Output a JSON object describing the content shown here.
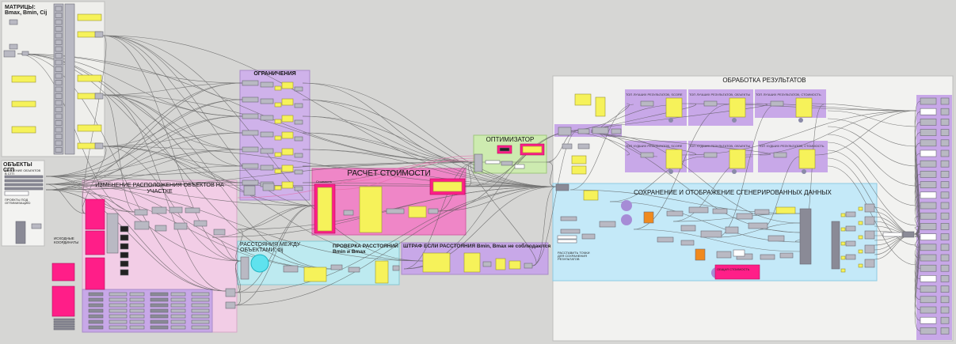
{
  "groups": {
    "matrices": "МАТРИЦЫ:\nBmax, Bmin, Cij",
    "objects_sgp": "ОБЪЕКТЫ СГП",
    "restrictions": "ОГРАНИЧЕНИЯ",
    "relocation": "ИЗМЕНЕНИЕ РАСПОЛОЖЕНИЯ ОБЪЕКТОВ НА УЧАСТКЕ",
    "cost": "РАСЧЕТ СТОИМОСТИ",
    "optimizer": "ОПТИМИЗАТОР",
    "distances": "РАССТОЯНИЯ МЕЖДУ\nОБЪЕКТАМИ, dij",
    "check": "ПРОВЕРКА РАССТОЯНИЙ\nBmin и Bmax",
    "penalty": "ШТРАФ ЕСЛИ РАССТОЯНИЯ Bmin, Bmax не соблюдаются",
    "results": "ОБРАБОТКА РЕЗУЛЬТАТОВ",
    "save_display": "СОХРАНЕНИЕ И ОТОБРАЖЕНИЕ СГЕНЕРИРОВАННЫХ ДАННЫХ"
  },
  "labels": {
    "placed_objects": "ВНЕСЕНИЕ ОБЪЕКТОВ\nВ СГП",
    "optimization_projects": "ПРОЕКТЫ ПОД\nОПТИМИЗАЦИЮ",
    "source_coords": "ИСХОДНЫЕ\nКООРДИНАТЫ",
    "top_best_score": "ТОП ЛУЧШИХ РЕЗУЛЬТАТОВ, SCORE",
    "top_best_objects": "ТОП ЛУЧШИХ РЕЗУЛЬТАТОВ, ОБЪЕКТЫ",
    "top_best_cost": "ТОП ЛУЧШИХ РЕЗУЛЬТАТОВ, СТОИМОСТЬ",
    "top_worst_score": "ТОП ХУДШИХ РЕЗУЛЬТАТОВ, SCORE",
    "top_worst_objects": "ТОП ХУДШИХ РЕЗУЛЬТАТОВ, ОБЪЕКТЫ",
    "top_worst_cost": "ТОП ХУДШИХ РЕЗУЛЬТАТОВ, СТОИМОСТЬ",
    "save_points": "РАССТАВИТЬ ТОЧКИ\nДЛЯ СОХРАНЕНИЯ\nРЕЗУЛЬТАТОВ",
    "total_cost": "ОБЩАЯ СТОИМОСТЬ",
    "cost_label": "Стоимость"
  },
  "colors": {
    "background": "#d6d6d4",
    "purple_group": "#c7a8e6",
    "pink_group": "#f2cde6",
    "magenta_group": "#ef86c7",
    "cyan_group": "#bdeaf0",
    "green_group": "#cdebb0",
    "panel": "#f2f2f0",
    "node_gray": "#b9b9c3",
    "node_yellow": "#f6f25a",
    "node_magenta": "#ff1e88",
    "wire": "#555555"
  }
}
